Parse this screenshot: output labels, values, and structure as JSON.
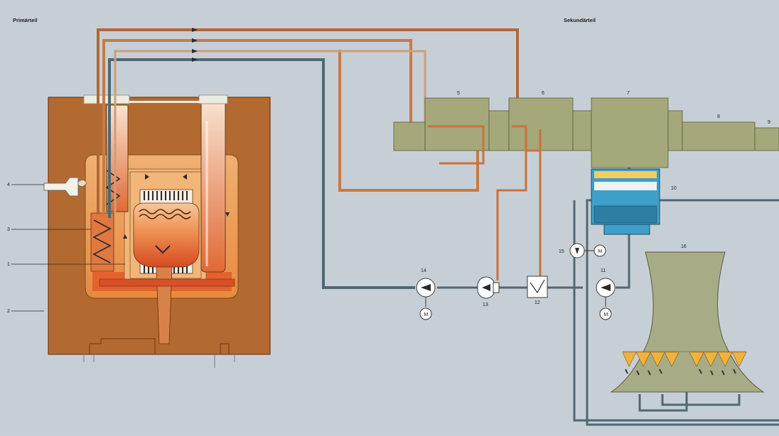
{
  "headers": {
    "primary": "Primärteil",
    "secondary": "Sekundärteil"
  },
  "labels": {
    "n1": "1",
    "n2": "2",
    "n3": "3",
    "n4": "4",
    "n5": "5",
    "n6": "6",
    "n7": "7",
    "n8": "8",
    "n9": "9",
    "n10": "10",
    "n11": "11",
    "n12": "12",
    "n13": "13",
    "n14": "14",
    "n15": "15",
    "n16": "16"
  },
  "motor_labels": {
    "m_symbol": "M"
  },
  "colors": {
    "background": "#c7cfd6",
    "concrete": "#b56a2e",
    "vessel": "#e9a060",
    "core_hot": "#e0582a",
    "pipe_hot": "#c8733e",
    "pipe_cool": "#4f6873",
    "turbine": "#a4a87a",
    "condenser": "#3ea0c8",
    "cooling_tower": "#a7ab86",
    "heat_yellow": "#f2b23a"
  }
}
